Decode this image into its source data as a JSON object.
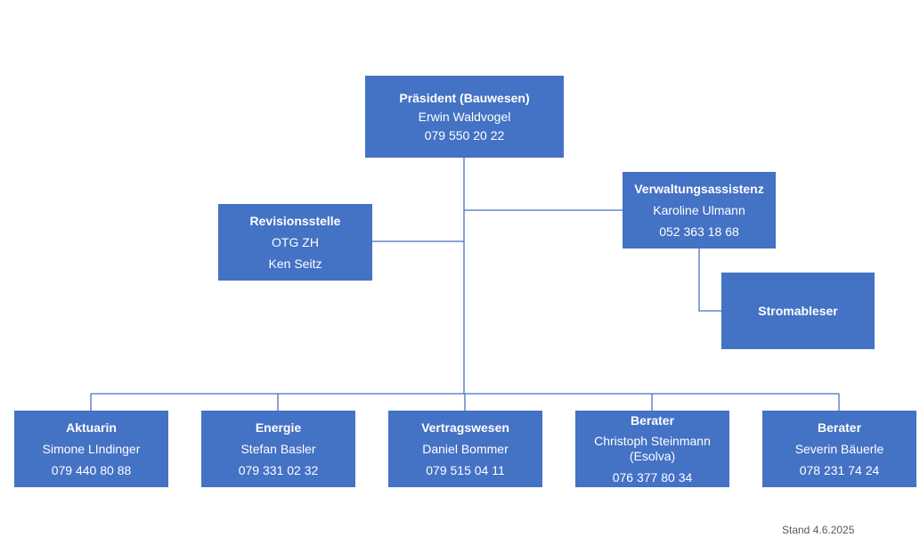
{
  "org_chart": {
    "president": {
      "title": "Präsident (Bauwesen)",
      "name": "Erwin Waldvogel",
      "phone": "079 550 20 22"
    },
    "revisionsstelle": {
      "title": "Revisionsstelle",
      "line1": "OTG ZH",
      "line2": "Ken Seitz"
    },
    "verwaltungsassistenz": {
      "title": "Verwaltungsassistenz",
      "name": "Karoline Ulmann",
      "phone": "052 363 18 68"
    },
    "stromableser": {
      "title": "Stromableser"
    },
    "members": [
      {
        "title": "Aktuarin",
        "name": "Simone LIndinger",
        "phone": "079 440 80 88"
      },
      {
        "title": "Energie",
        "name": "Stefan Basler",
        "phone": "079 331 02 32"
      },
      {
        "title": "Vertragswesen",
        "name": "Daniel Bommer",
        "phone": "079 515 04 11"
      },
      {
        "title": "Berater",
        "name": "Christoph Steinmann\n(Esolva)",
        "phone": "076 377 80 34"
      },
      {
        "title": "Berater",
        "name": "Severin Bäuerle",
        "phone": "078 231 74 24"
      }
    ]
  },
  "footer": {
    "stand": "Stand 4.6.2025"
  },
  "colors": {
    "box": "#4472C4",
    "connector": "#4472C4",
    "footer_text": "#595959"
  }
}
